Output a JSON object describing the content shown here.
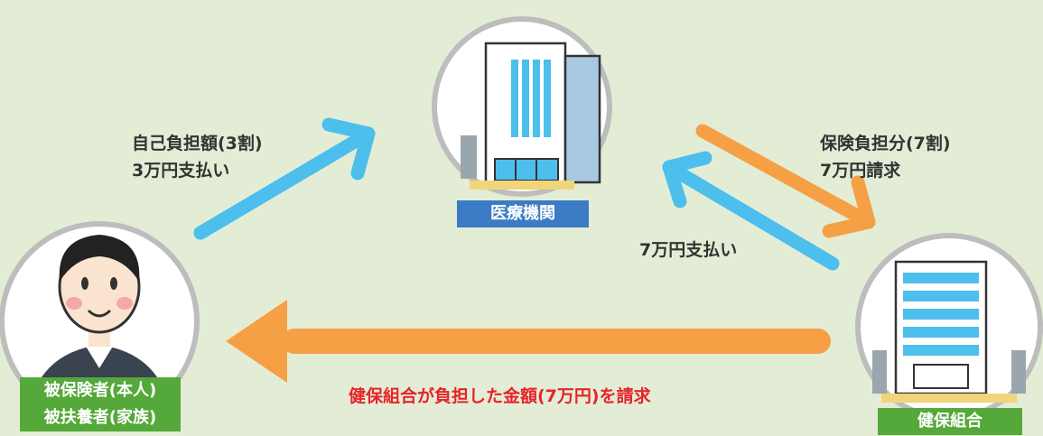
{
  "nodes": {
    "hospital": {
      "label": "医療機関"
    },
    "patient": {
      "label_line1": "被保険者(本人)",
      "label_line2": "被扶養者(家族)"
    },
    "union": {
      "label": "健保組合"
    }
  },
  "flows": {
    "copay": {
      "line1": "自己負担額(3割)",
      "line2": "3万円支払い"
    },
    "insurance_claim": {
      "line1": "保険負担分(7割)",
      "line2": "7万円請求"
    },
    "insurance_payment": {
      "label": "7万円支払い"
    },
    "reimbursement_claim": {
      "label": "健保組合が負担した金額(7万円)を請求"
    }
  },
  "colors": {
    "background": "#e3edd6",
    "blue_arrow": "#4dbfec",
    "orange_arrow": "#f5a044",
    "hospital_badge": "#3b7cc4",
    "green_badge": "#55a83a",
    "accent_red": "#e8232a"
  }
}
